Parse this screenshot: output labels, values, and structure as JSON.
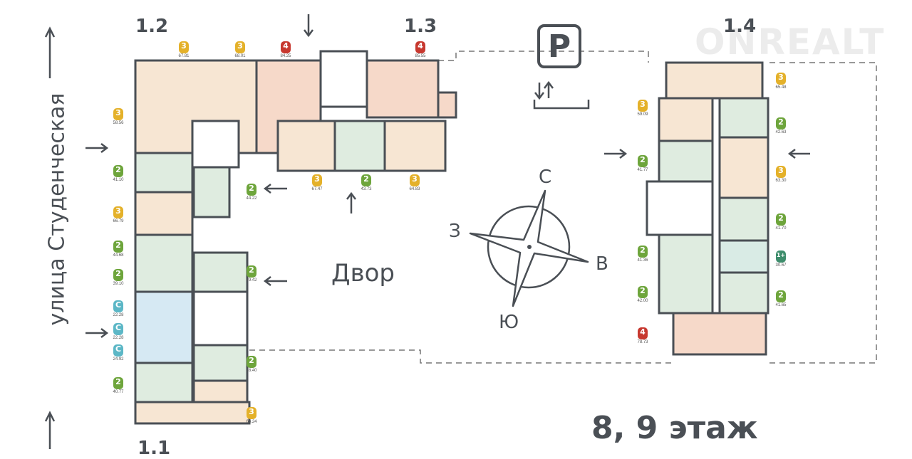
{
  "buildings": {
    "b11": "1.1",
    "b12": "1.2",
    "b13": "1.3",
    "b14": "1.4"
  },
  "street": "улица Студенческая",
  "courtyard": "Двор",
  "compass": {
    "north": "С",
    "west": "З",
    "east": "В",
    "south": "Ю"
  },
  "parking": "P",
  "floor_label": "8, 9 этаж",
  "watermark": "ONREALT",
  "colors": {
    "3": "#e4b12a",
    "2": "#6ea53c",
    "4": "#c7382f",
    "С": "#5cb7c6",
    "1+": "#3e8d6c"
  },
  "apartments": [
    {
      "rooms": "3",
      "area": "67.81"
    },
    {
      "rooms": "3",
      "area": "68.01"
    },
    {
      "rooms": "4",
      "area": "84.25"
    },
    {
      "rooms": "4",
      "area": "85.55"
    },
    {
      "rooms": "3",
      "area": "58.56"
    },
    {
      "rooms": "2",
      "area": "41.10"
    },
    {
      "rooms": "3",
      "area": "66.79"
    },
    {
      "rooms": "2",
      "area": "44.68"
    },
    {
      "rooms": "2",
      "area": "39.10"
    },
    {
      "rooms": "С",
      "area": "22.28"
    },
    {
      "rooms": "С",
      "area": "22.28"
    },
    {
      "rooms": "С",
      "area": "24.92"
    },
    {
      "rooms": "2",
      "area": "40.77"
    },
    {
      "rooms": "2",
      "area": "44.22"
    },
    {
      "rooms": "2",
      "area": "39.42"
    },
    {
      "rooms": "2",
      "area": "38.40"
    },
    {
      "rooms": "3",
      "area": "68.24"
    },
    {
      "rooms": "3",
      "area": "67.47"
    },
    {
      "rooms": "2",
      "area": "43.73"
    },
    {
      "rooms": "3",
      "area": "64.83"
    },
    {
      "rooms": "3",
      "area": "59.09"
    },
    {
      "rooms": "2",
      "area": "41.77"
    },
    {
      "rooms": "2",
      "area": "41.36"
    },
    {
      "rooms": "2",
      "area": "42.00"
    },
    {
      "rooms": "4",
      "area": "78.73"
    },
    {
      "rooms": "3",
      "area": "65.48"
    },
    {
      "rooms": "2",
      "area": "42.63"
    },
    {
      "rooms": "3",
      "area": "63.30"
    },
    {
      "rooms": "2",
      "area": "41.70"
    },
    {
      "rooms": "1+",
      "area": "30.67"
    },
    {
      "rooms": "2",
      "area": "41.65"
    }
  ]
}
